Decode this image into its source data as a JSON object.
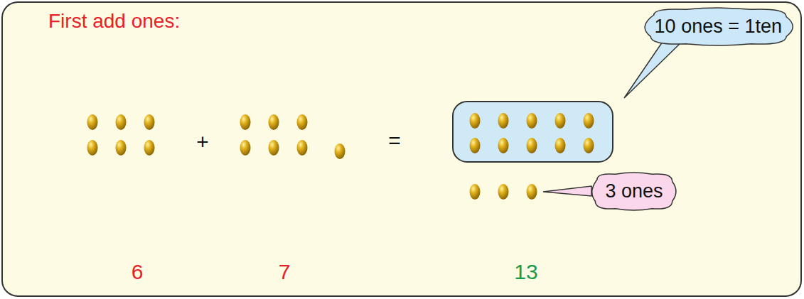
{
  "diagram": {
    "title": "First add ones:",
    "nodes": [
      {
        "text": [
          "10 ones = 1ten"
        ]
      },
      {
        "text": [
          "3 ones"
        ]
      }
    ],
    "labels": [
      "+",
      "=",
      "6",
      "7",
      "13"
    ]
  }
}
